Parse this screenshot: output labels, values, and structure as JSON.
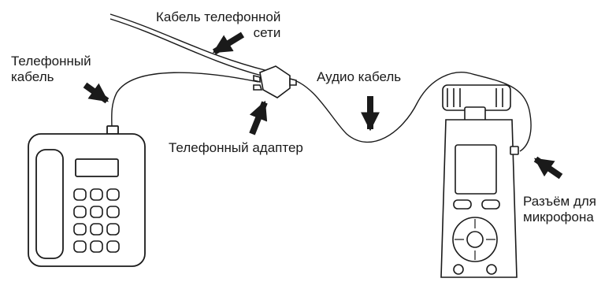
{
  "labels": {
    "phone_cable": [
      "Телефонный",
      "кабель"
    ],
    "network_cable": [
      "Кабель телефонной",
      "сети"
    ],
    "audio_cable": "Аудио кабель",
    "adapter": "Телефонный адаптер",
    "mic_jack": [
      "Разъём для",
      "микрофона"
    ]
  },
  "colors": {
    "ink": "#1a1a1a",
    "background": "#ffffff"
  },
  "icons": [
    "telephone-icon",
    "voice-recorder-icon",
    "adapter-icon",
    "arrow-icon"
  ]
}
